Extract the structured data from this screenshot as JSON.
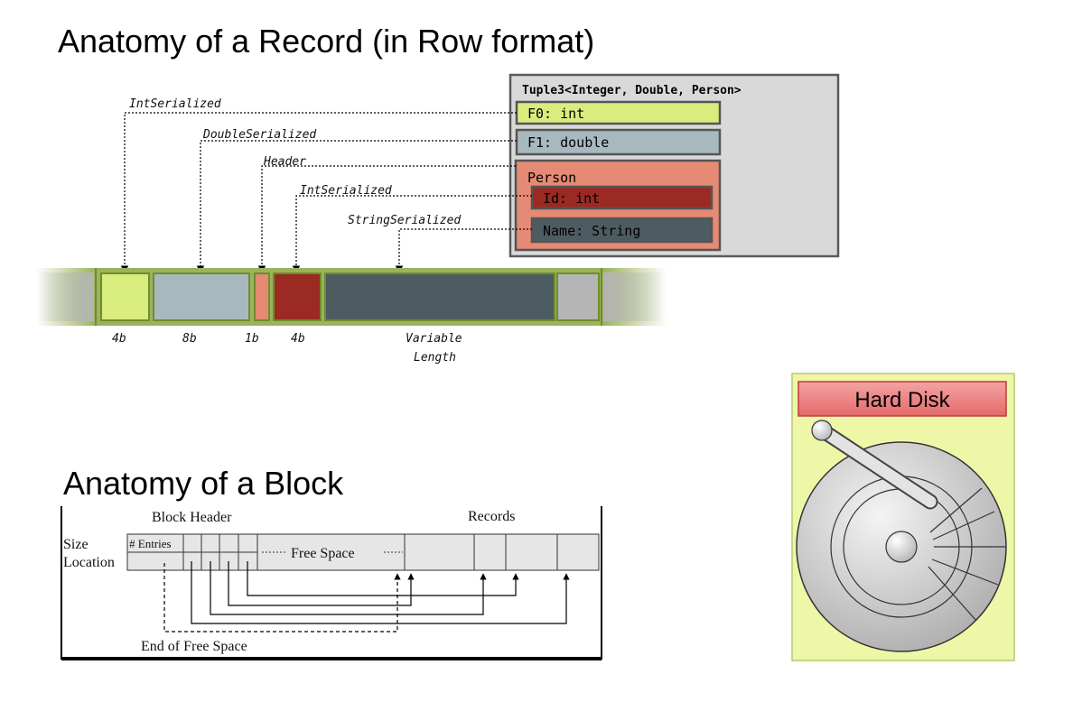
{
  "record": {
    "title": "Anatomy of a Record (in Row format)",
    "tuple_type": "Tuple3<Integer, Double, Person>",
    "fields": {
      "f0": "F0: int",
      "f1": "F1: double",
      "person": "Person",
      "id": "Id: int",
      "name": "Name: String"
    },
    "arrow_labels": {
      "int1": "IntSerialized",
      "double": "DoubleSerialized",
      "header": "Header",
      "int2": "IntSerialized",
      "string": "StringSerialized"
    },
    "sizes": {
      "s1": "4b",
      "s2": "8b",
      "s3": "1b",
      "s4": "4b",
      "s5_line1": "Variable",
      "s5_line2": "Length"
    },
    "colors": {
      "int": "#d9ec7e",
      "double": "#a8b8bf",
      "header": "#e58a74",
      "person_id": "#9b2a22",
      "name": "#4d5c61",
      "border": "#6f8c2f"
    }
  },
  "block": {
    "title": "Anatomy of a Block",
    "block_header": "Block Header",
    "records": "Records",
    "size": "Size",
    "location": "Location",
    "entries": "# Entries",
    "free_space": "Free Space",
    "end_free_space": "End of Free Space"
  },
  "disk": {
    "label": "Hard Disk"
  }
}
